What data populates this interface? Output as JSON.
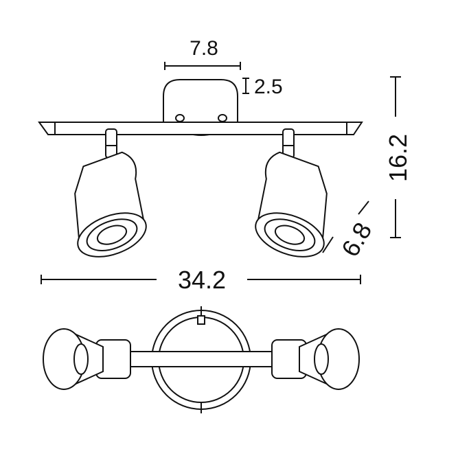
{
  "dimensions": {
    "base_width": "7.8",
    "base_height": "2.5",
    "total_height": "16.2",
    "spot_length": "6.8",
    "total_width": "34.2"
  }
}
